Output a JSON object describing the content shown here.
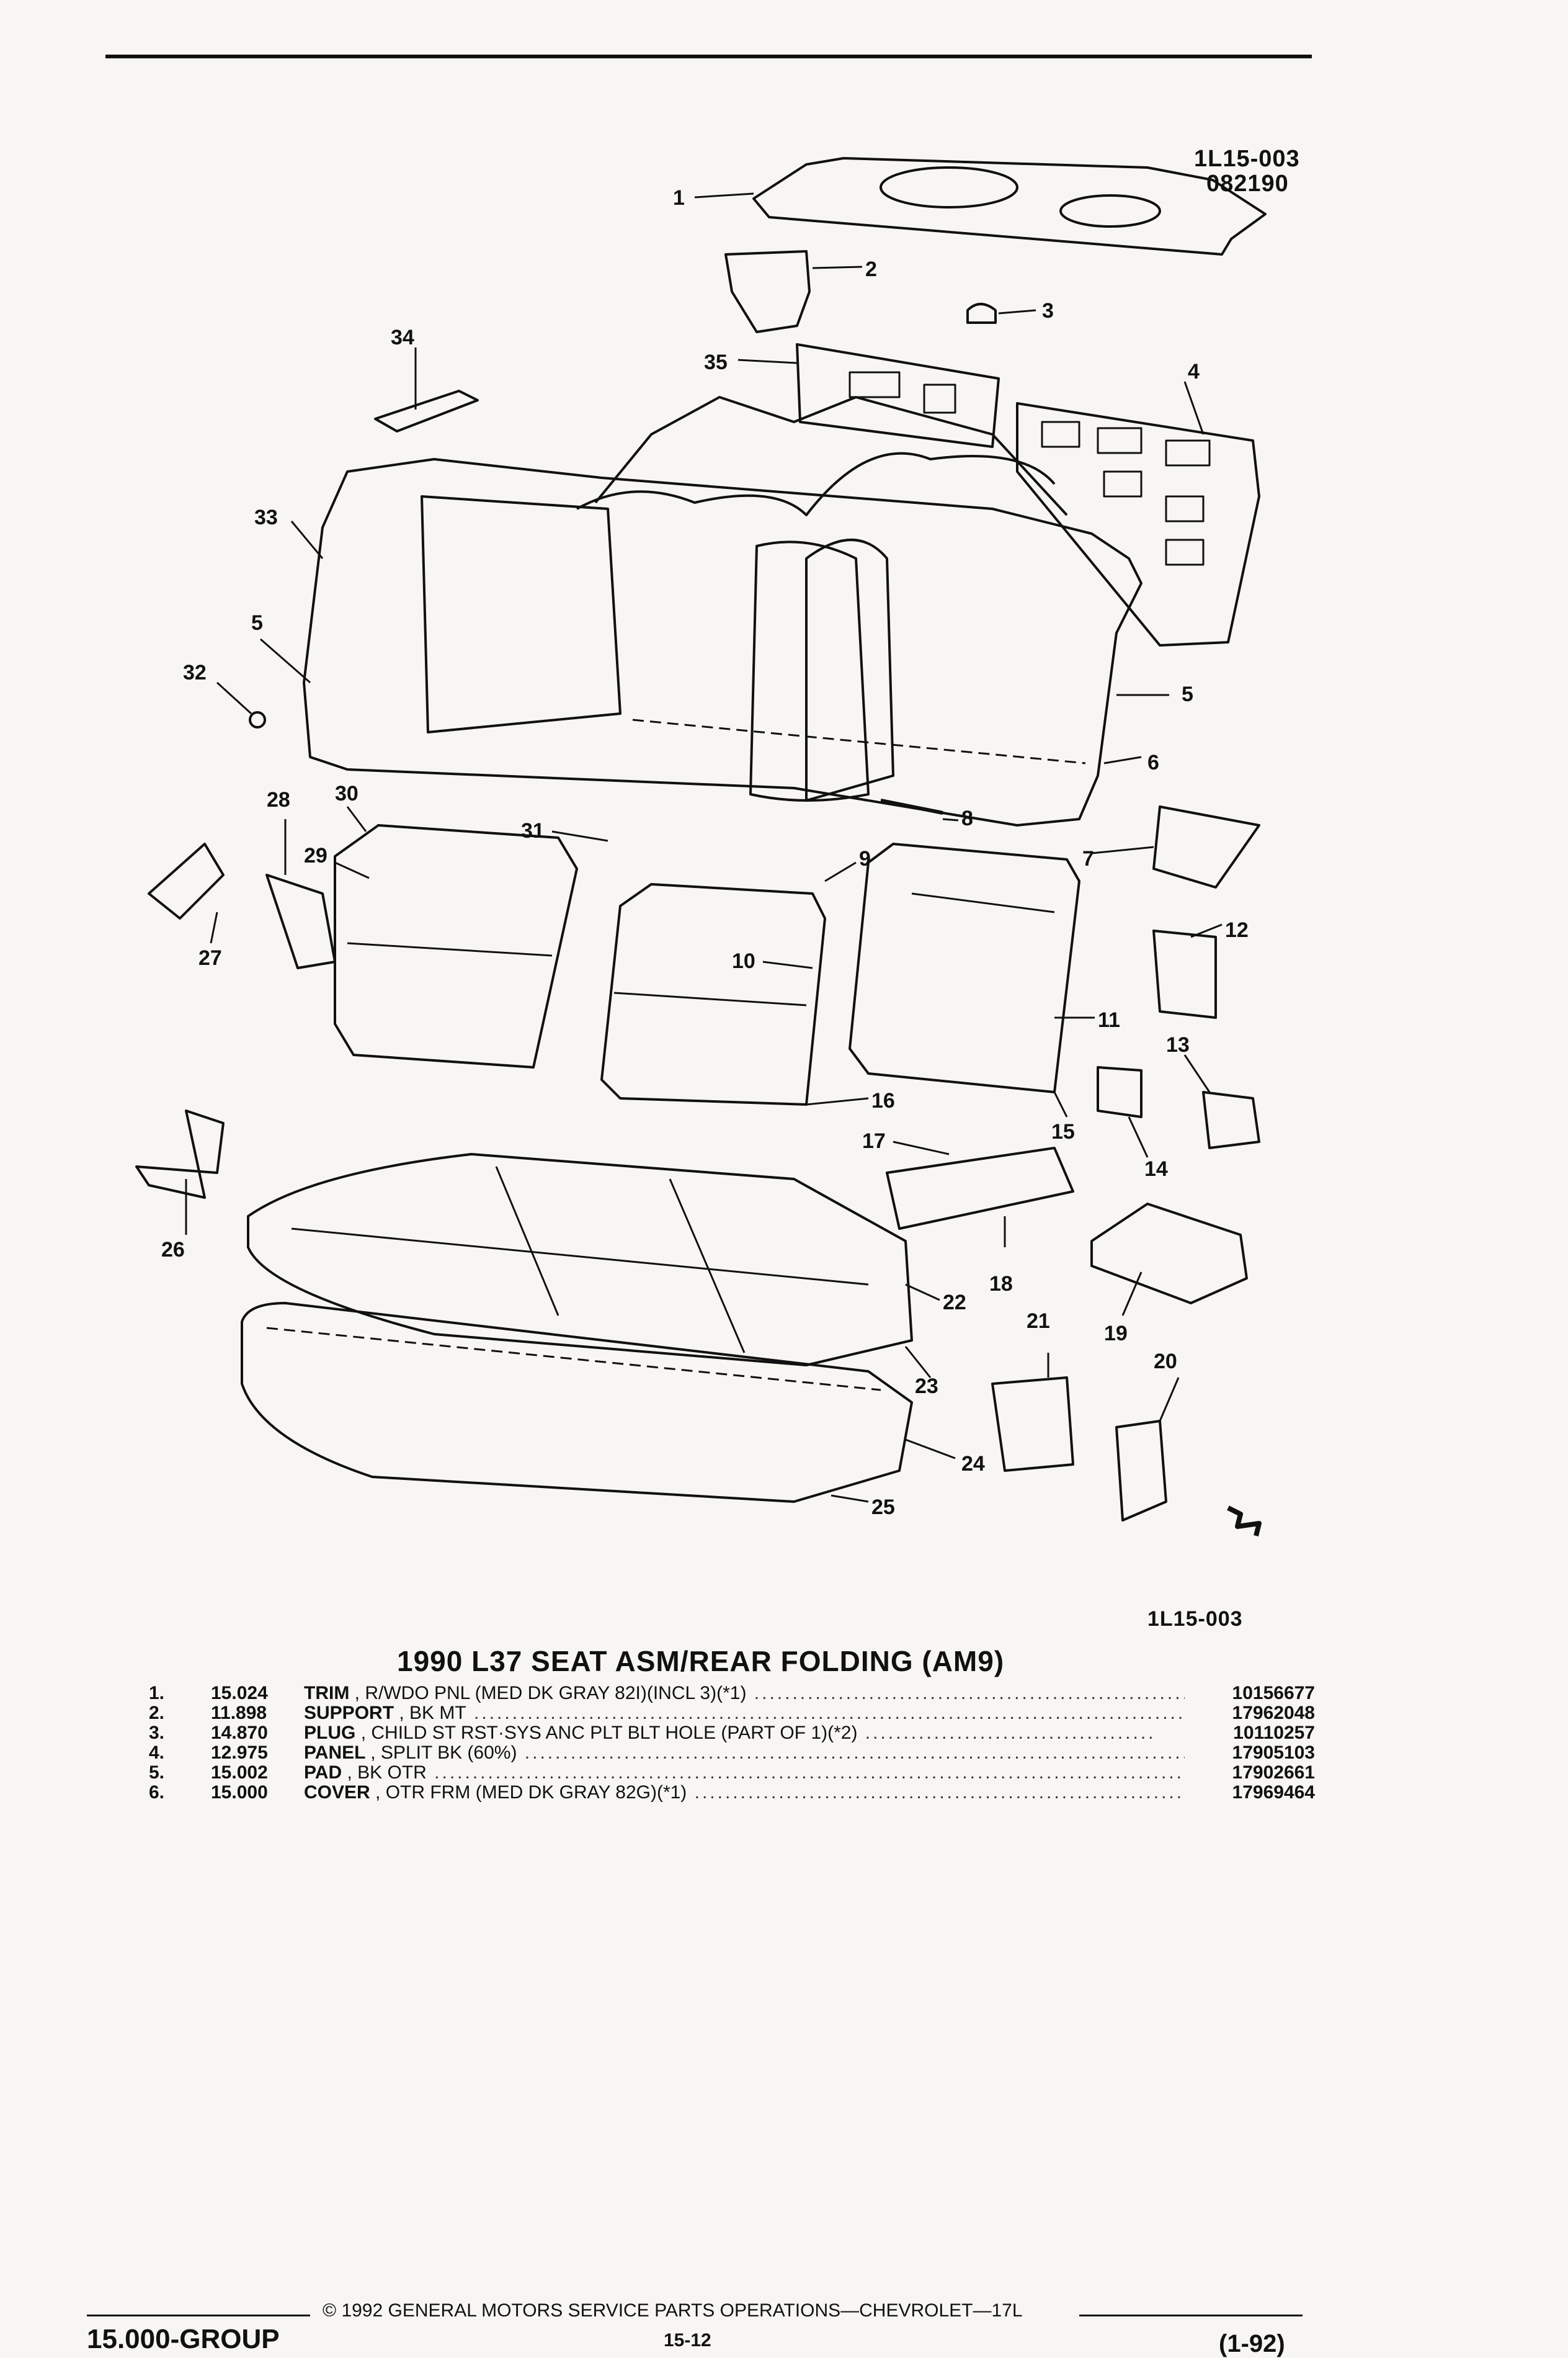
{
  "header": {
    "ref_code": "1L15-003",
    "ref_date": "082190"
  },
  "figure": {
    "bottom_ref": "1L15-003",
    "callouts": [
      "1",
      "2",
      "3",
      "4",
      "5",
      "5",
      "6",
      "7",
      "8",
      "9",
      "10",
      "11",
      "12",
      "13",
      "14",
      "15",
      "16",
      "17",
      "18",
      "19",
      "20",
      "21",
      "22",
      "23",
      "24",
      "25",
      "26",
      "27",
      "28",
      "29",
      "30",
      "31",
      "32",
      "33",
      "34",
      "35"
    ],
    "mark": "ᶜᵤ"
  },
  "title": "1990 L37 SEAT ASM/REAR FOLDING (AM9)",
  "parts": [
    {
      "num": "1.",
      "group": "15.024",
      "name": "TRIM",
      "detail": ", R/WDO PNL (MED DK GRAY 82I)(INCL 3)(*1)",
      "part": "10156677"
    },
    {
      "num": "2.",
      "group": "11.898",
      "name": "SUPPORT",
      "detail": ", BK MT",
      "part": "17962048"
    },
    {
      "num": "3.",
      "group": "14.870",
      "name": "PLUG",
      "detail": ", CHILD ST RST·SYS ANC PLT BLT HOLE (PART OF 1)(*2)",
      "part": "10110257"
    },
    {
      "num": "4.",
      "group": "12.975",
      "name": "PANEL",
      "detail": ", SPLIT BK (60%)",
      "part": "17905103"
    },
    {
      "num": "5.",
      "group": "15.002",
      "name": "PAD",
      "detail": ", BK OTR",
      "part": "17902661"
    },
    {
      "num": "6.",
      "group": "15.000",
      "name": "COVER",
      "detail": ", OTR FRM (MED DK GRAY 82G)(*1)",
      "part": "17969464"
    }
  ],
  "footer": {
    "copyright": "© 1992 GENERAL MOTORS SERVICE PARTS OPERATIONS—CHEVROLET—17L",
    "group": "15.000-GROUP",
    "page": "15-12",
    "date": "(1-92)"
  }
}
